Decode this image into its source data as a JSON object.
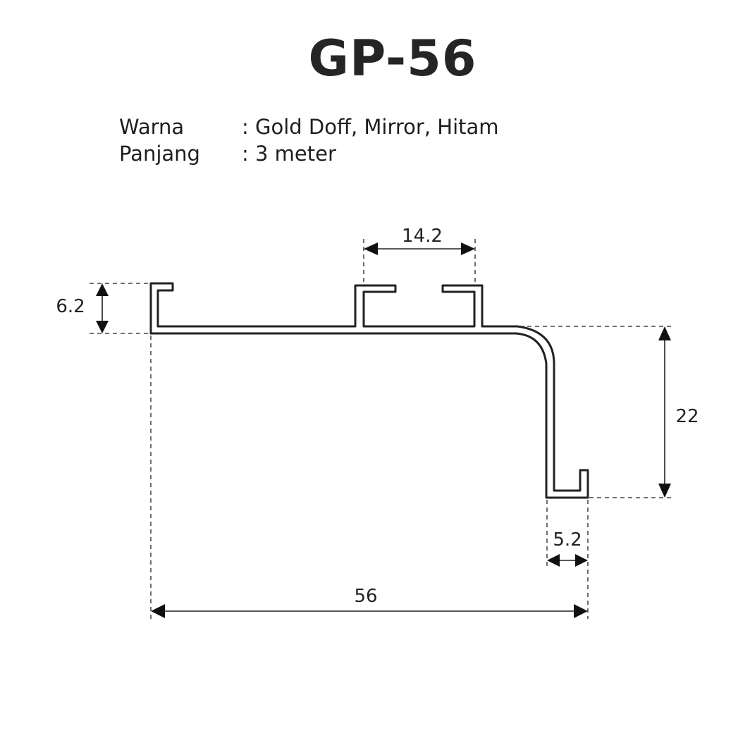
{
  "title": "GP-56",
  "specs": [
    {
      "label": "Warna",
      "value": ": Gold Doff, Mirror, Hitam"
    },
    {
      "label": "Panjang",
      "value": ": 3 meter"
    }
  ],
  "dimensions": {
    "slot_width": "14.2",
    "lip_height": "6.2",
    "drop_height": "22",
    "foot_width": "5.2",
    "total_width": "56"
  },
  "colors": {
    "line": "#222222",
    "text": "#222222"
  }
}
